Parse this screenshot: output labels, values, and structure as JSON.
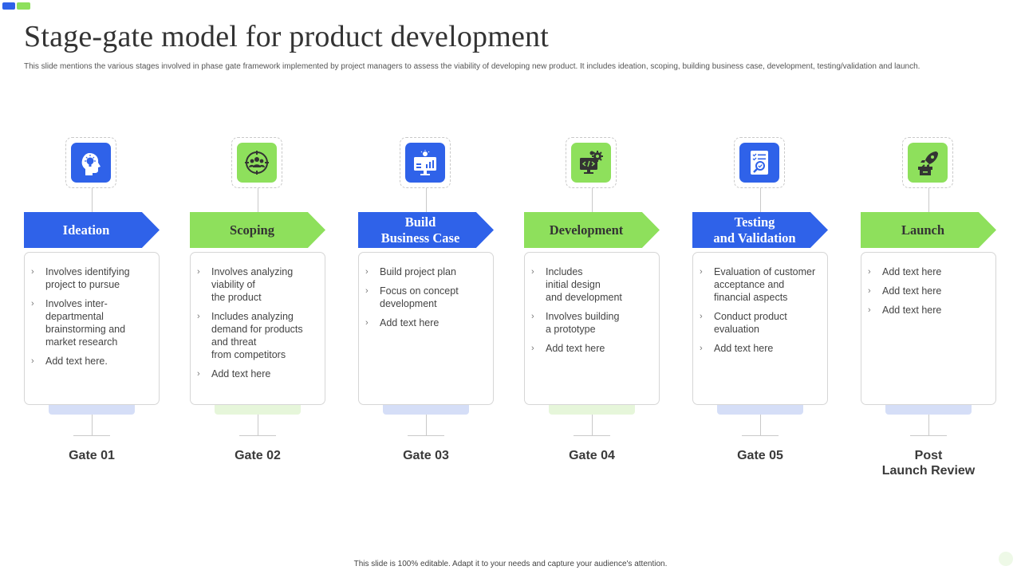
{
  "title": "Stage-gate model for product development",
  "subtitle": "This slide mentions the various stages involved in phase gate framework implemented by project managers to assess the viability of developing new product. It includes ideation, scoping, building business case, development, testing/validation and launch.",
  "colors": {
    "blue": "#2f62e9",
    "green": "#8ee05c",
    "blue_tint": "#d5def7",
    "green_tint": "#e6f6da"
  },
  "stages": [
    {
      "name": "Ideation",
      "color": "blue",
      "icon": "head-lightbulb-icon",
      "bullets": [
        "Involves identifying\nproject to pursue",
        "Involves inter-\ndepartmental\nbrainstorming and\nmarket research",
        "Add text here."
      ],
      "gate": "Gate 01"
    },
    {
      "name": "Scoping",
      "color": "green",
      "icon": "team-target-icon",
      "bullets": [
        "Involves analyzing\nviability of\nthe product",
        "Includes analyzing\ndemand for products\nand threat\nfrom competitors",
        "Add text here"
      ],
      "gate": "Gate 02"
    },
    {
      "name": "Build\nBusiness Case",
      "color": "blue",
      "icon": "presentation-board-icon",
      "bullets": [
        "Build project plan",
        "Focus on concept\ndevelopment",
        "Add text here"
      ],
      "gate": "Gate 03"
    },
    {
      "name": "Development",
      "color": "green",
      "icon": "code-gear-icon",
      "bullets": [
        "Includes\ninitial design\nand development",
        "Involves building\na prototype",
        "Add text here"
      ],
      "gate": "Gate 04"
    },
    {
      "name": "Testing\nand Validation",
      "color": "blue",
      "icon": "checklist-magnifier-icon",
      "bullets": [
        "Evaluation of customer\nacceptance and\nfinancial aspects",
        "Conduct product\nevaluation",
        "Add text here"
      ],
      "gate": "Gate 05"
    },
    {
      "name": "Launch",
      "color": "green",
      "icon": "rocket-box-icon",
      "bullets": [
        "Add text here",
        "Add text here",
        "Add text here"
      ],
      "gate": "Post\nLaunch Review"
    }
  ],
  "footer": "This slide is 100% editable. Adapt it to your needs and capture your audience's attention."
}
